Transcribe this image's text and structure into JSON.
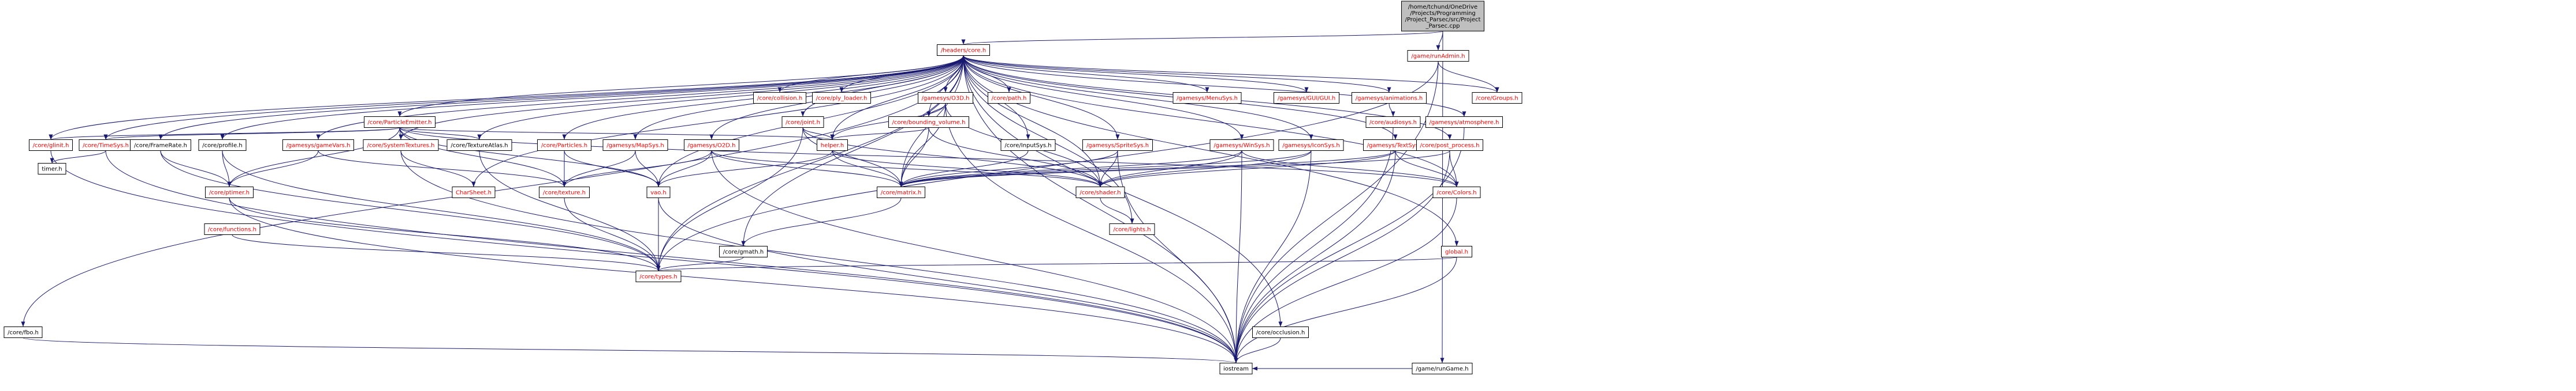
{
  "nodes": [
    {
      "id": "root",
      "label": [
        "/home/tchund/OneDrive",
        "/Projects/Programming",
        "/Project_Parsec/src/Project",
        "_Parsec.cpp"
      ],
      "style": "root"
    },
    {
      "id": "core",
      "label": [
        "/headers/core.h"
      ],
      "style": "red"
    },
    {
      "id": "runAdmin",
      "label": [
        "/game/runAdmin.h"
      ],
      "style": "red"
    },
    {
      "id": "runGame",
      "label": [
        "/game/runGame.h"
      ],
      "style": "black"
    },
    {
      "id": "fbo",
      "label": [
        "/core/fbo.h"
      ],
      "style": "black"
    },
    {
      "id": "glinit",
      "label": [
        "/core/glinit.h"
      ],
      "style": "red"
    },
    {
      "id": "timesys",
      "label": [
        "/core/TimeSys.h"
      ],
      "style": "red"
    },
    {
      "id": "framerate",
      "label": [
        "/core/FrameRate.h"
      ],
      "style": "black"
    },
    {
      "id": "timer",
      "label": [
        "timer.h"
      ],
      "style": "black"
    },
    {
      "id": "profile",
      "label": [
        "/core/profile.h"
      ],
      "style": "black"
    },
    {
      "id": "ptimer",
      "label": [
        "/core/ptimer.h"
      ],
      "style": "red"
    },
    {
      "id": "functions",
      "label": [
        "/core/functions.h"
      ],
      "style": "red"
    },
    {
      "id": "particleEmitter",
      "label": [
        "/core/ParticleEmitter.h"
      ],
      "style": "red"
    },
    {
      "id": "gameVars",
      "label": [
        "/gamesys/gameVars.h"
      ],
      "style": "red"
    },
    {
      "id": "systemTextures",
      "label": [
        "/core/SystemTextures.h"
      ],
      "style": "red"
    },
    {
      "id": "textureAtlas",
      "label": [
        "/core/TextureAtlas.h"
      ],
      "style": "black"
    },
    {
      "id": "charSheet",
      "label": [
        "CharSheet.h"
      ],
      "style": "red"
    },
    {
      "id": "particles",
      "label": [
        "/core/Particles.h"
      ],
      "style": "red"
    },
    {
      "id": "coreTexture",
      "label": [
        "/core/texture.h"
      ],
      "style": "red"
    },
    {
      "id": "mapSys",
      "label": [
        "/gamesys/MapSys.h"
      ],
      "style": "red"
    },
    {
      "id": "vao",
      "label": [
        "vao.h"
      ],
      "style": "red"
    },
    {
      "id": "o2d",
      "label": [
        "/gamesys/O2D.h"
      ],
      "style": "red"
    },
    {
      "id": "gmath",
      "label": [
        "/core/gmath.h"
      ],
      "style": "black"
    },
    {
      "id": "types",
      "label": [
        "/core/types.h"
      ],
      "style": "red"
    },
    {
      "id": "collision",
      "label": [
        "/core/collision.h"
      ],
      "style": "red"
    },
    {
      "id": "joint",
      "label": [
        "/core/joint.h"
      ],
      "style": "red"
    },
    {
      "id": "helper",
      "label": [
        "helper.h"
      ],
      "style": "red"
    },
    {
      "id": "plyLoader",
      "label": [
        "/core/ply_loader.h"
      ],
      "style": "red"
    },
    {
      "id": "o3d",
      "label": [
        "/gamesys/O3D.h"
      ],
      "style": "red"
    },
    {
      "id": "boundingVolume",
      "label": [
        "/core/bounding_volume.h"
      ],
      "style": "red"
    },
    {
      "id": "path",
      "label": [
        "/core/path.h"
      ],
      "style": "red"
    },
    {
      "id": "inputSys",
      "label": [
        "/core/InputSys.h"
      ],
      "style": "black"
    },
    {
      "id": "matrix",
      "label": [
        "/core/matrix.h"
      ],
      "style": "red"
    },
    {
      "id": "spriteSys",
      "label": [
        "/gamesys/SpriteSys.h"
      ],
      "style": "red"
    },
    {
      "id": "shader",
      "label": [
        "/core/shader.h"
      ],
      "style": "red"
    },
    {
      "id": "lights",
      "label": [
        "/core/lights.h"
      ],
      "style": "red"
    },
    {
      "id": "menuSys",
      "label": [
        "/gamesys/MenuSys.h"
      ],
      "style": "red"
    },
    {
      "id": "winSys",
      "label": [
        "/gamesys/WinSys.h"
      ],
      "style": "red"
    },
    {
      "id": "iconSys",
      "label": [
        "/gamesys/IconSys.h"
      ],
      "style": "red"
    },
    {
      "id": "textSys",
      "label": [
        "/gamesys/TextSys.h"
      ],
      "style": "red"
    },
    {
      "id": "guiGui",
      "label": [
        "/gamesys/GUI/GUI.h"
      ],
      "style": "red"
    },
    {
      "id": "occlusion",
      "label": [
        "/core/occlusion.h"
      ],
      "style": "black"
    },
    {
      "id": "animations",
      "label": [
        "/gamesys/animations.h"
      ],
      "style": "red"
    },
    {
      "id": "audiosys",
      "label": [
        "/core/audiosys.h"
      ],
      "style": "red"
    },
    {
      "id": "postProcess",
      "label": [
        "/core/post_process.h"
      ],
      "style": "red"
    },
    {
      "id": "colors",
      "label": [
        "/core/Colors.h"
      ],
      "style": "red"
    },
    {
      "id": "atmosphere",
      "label": [
        "/gamesys/atmosphere.h"
      ],
      "style": "red"
    },
    {
      "id": "global",
      "label": [
        "global.h"
      ],
      "style": "red"
    },
    {
      "id": "groups",
      "label": [
        "/core/Groups.h"
      ],
      "style": "red"
    },
    {
      "id": "iostream",
      "label": [
        "iostream"
      ],
      "style": "black"
    }
  ],
  "edges": [
    [
      "root",
      "core"
    ],
    [
      "root",
      "runAdmin"
    ],
    [
      "root",
      "runGame"
    ],
    [
      "runAdmin",
      "groups"
    ],
    [
      "runAdmin",
      "types"
    ],
    [
      "runAdmin",
      "iostream"
    ],
    [
      "runGame",
      "iostream"
    ],
    [
      "core",
      "fbo"
    ],
    [
      "core",
      "glinit"
    ],
    [
      "core",
      "timesys"
    ],
    [
      "core",
      "framerate"
    ],
    [
      "core",
      "profile"
    ],
    [
      "core",
      "particleEmitter"
    ],
    [
      "core",
      "gameVars"
    ],
    [
      "core",
      "systemTextures"
    ],
    [
      "core",
      "textureAtlas"
    ],
    [
      "core",
      "charSheet"
    ],
    [
      "core",
      "particles"
    ],
    [
      "core",
      "mapSys"
    ],
    [
      "core",
      "vao"
    ],
    [
      "core",
      "o2d"
    ],
    [
      "core",
      "gmath"
    ],
    [
      "core",
      "types"
    ],
    [
      "core",
      "collision"
    ],
    [
      "core",
      "joint"
    ],
    [
      "core",
      "helper"
    ],
    [
      "core",
      "plyLoader"
    ],
    [
      "core",
      "o3d"
    ],
    [
      "core",
      "boundingVolume"
    ],
    [
      "core",
      "path"
    ],
    [
      "core",
      "inputSys"
    ],
    [
      "core",
      "matrix"
    ],
    [
      "core",
      "spriteSys"
    ],
    [
      "core",
      "shader"
    ],
    [
      "core",
      "lights"
    ],
    [
      "core",
      "menuSys"
    ],
    [
      "core",
      "winSys"
    ],
    [
      "core",
      "iconSys"
    ],
    [
      "core",
      "textSys"
    ],
    [
      "core",
      "guiGui"
    ],
    [
      "core",
      "occlusion"
    ],
    [
      "core",
      "animations"
    ],
    [
      "core",
      "postProcess"
    ],
    [
      "core",
      "colors"
    ],
    [
      "core",
      "atmosphere"
    ],
    [
      "core",
      "global"
    ],
    [
      "core",
      "groups"
    ],
    [
      "core",
      "iostream"
    ],
    [
      "fbo",
      "iostream"
    ],
    [
      "glinit",
      "iostream"
    ],
    [
      "timesys",
      "timer"
    ],
    [
      "timesys",
      "iostream"
    ],
    [
      "framerate",
      "ptimer"
    ],
    [
      "framerate",
      "types"
    ],
    [
      "profile",
      "ptimer"
    ],
    [
      "profile",
      "types"
    ],
    [
      "ptimer",
      "types"
    ],
    [
      "ptimer",
      "iostream"
    ],
    [
      "functions",
      "types"
    ],
    [
      "particleEmitter",
      "glinit"
    ],
    [
      "particleEmitter",
      "timesys"
    ],
    [
      "particleEmitter",
      "ptimer"
    ],
    [
      "particleEmitter",
      "systemTextures"
    ],
    [
      "particleEmitter",
      "textureAtlas"
    ],
    [
      "particleEmitter",
      "coreTexture"
    ],
    [
      "particleEmitter",
      "vao"
    ],
    [
      "particleEmitter",
      "helper"
    ],
    [
      "particleEmitter",
      "colors"
    ],
    [
      "gameVars",
      "ptimer"
    ],
    [
      "gameVars",
      "coreTexture"
    ],
    [
      "systemTextures",
      "charSheet"
    ],
    [
      "systemTextures",
      "iostream"
    ],
    [
      "textureAtlas",
      "types"
    ],
    [
      "particles",
      "coreTexture"
    ],
    [
      "particles",
      "vao"
    ],
    [
      "coreTexture",
      "types"
    ],
    [
      "mapSys",
      "coreTexture"
    ],
    [
      "mapSys",
      "vao"
    ],
    [
      "vao",
      "types"
    ],
    [
      "vao",
      "iostream"
    ],
    [
      "o2d",
      "vao"
    ],
    [
      "o2d",
      "coreTexture"
    ],
    [
      "o2d",
      "matrix"
    ],
    [
      "o2d",
      "shader"
    ],
    [
      "o2d",
      "iostream"
    ],
    [
      "gmath",
      "types"
    ],
    [
      "joint",
      "helper"
    ],
    [
      "joint",
      "matrix"
    ],
    [
      "joint",
      "shader"
    ],
    [
      "joint",
      "types"
    ],
    [
      "helper",
      "matrix"
    ],
    [
      "helper",
      "vao"
    ],
    [
      "helper",
      "shader"
    ],
    [
      "o3d",
      "helper"
    ],
    [
      "o3d",
      "boundingVolume"
    ],
    [
      "o3d",
      "matrix"
    ],
    [
      "o3d",
      "shader"
    ],
    [
      "o3d",
      "iostream"
    ],
    [
      "boundingVolume",
      "helper"
    ],
    [
      "boundingVolume",
      "matrix"
    ],
    [
      "boundingVolume",
      "shader"
    ],
    [
      "inputSys",
      "matrix"
    ],
    [
      "matrix",
      "gmath"
    ],
    [
      "spriteSys",
      "matrix"
    ],
    [
      "spriteSys",
      "shader"
    ],
    [
      "spriteSys",
      "iostream"
    ],
    [
      "shader",
      "lights"
    ],
    [
      "winSys",
      "matrix"
    ],
    [
      "winSys",
      "shader"
    ],
    [
      "winSys",
      "colors"
    ],
    [
      "winSys",
      "iostream"
    ],
    [
      "iconSys",
      "matrix"
    ],
    [
      "iconSys",
      "shader"
    ],
    [
      "iconSys",
      "iostream"
    ],
    [
      "textSys",
      "matrix"
    ],
    [
      "textSys",
      "shader"
    ],
    [
      "textSys",
      "colors"
    ],
    [
      "textSys",
      "iostream"
    ],
    [
      "occlusion",
      "iostream"
    ],
    [
      "animations",
      "audiosys"
    ],
    [
      "audiosys",
      "iostream"
    ],
    [
      "postProcess",
      "matrix"
    ],
    [
      "postProcess",
      "colors"
    ],
    [
      "postProcess",
      "iostream"
    ],
    [
      "colors",
      "iostream"
    ],
    [
      "atmosphere",
      "iostream"
    ],
    [
      "global",
      "types"
    ],
    [
      "global",
      "iostream"
    ]
  ]
}
